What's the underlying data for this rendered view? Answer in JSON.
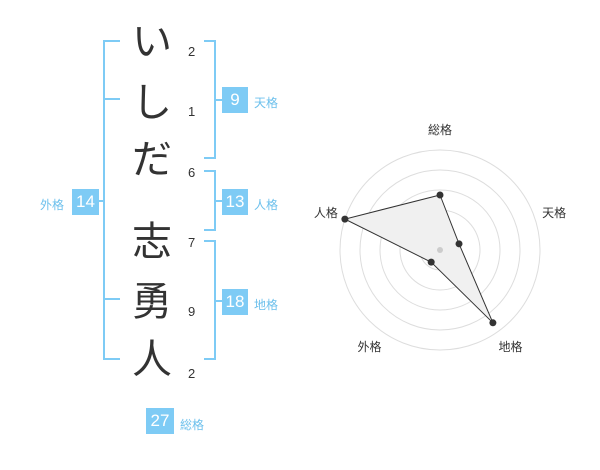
{
  "name": {
    "family": [
      {
        "char": "い",
        "strokes": "2"
      },
      {
        "char": "し",
        "strokes": "1"
      },
      {
        "char": "だ",
        "strokes": "6"
      }
    ],
    "given": [
      {
        "char": "志",
        "strokes": "7"
      },
      {
        "char": "勇",
        "strokes": "9"
      },
      {
        "char": "人",
        "strokes": "2"
      }
    ]
  },
  "kakusu": {
    "tenkaku": {
      "value": "9",
      "label": "天格"
    },
    "jinkaku": {
      "value": "13",
      "label": "人格"
    },
    "chikaku": {
      "value": "18",
      "label": "地格"
    },
    "gaikaku": {
      "value": "14",
      "label": "外格"
    },
    "soukaku": {
      "value": "27",
      "label": "総格"
    }
  },
  "radar": {
    "axes": [
      "総格",
      "天格",
      "地格",
      "外格",
      "人格"
    ],
    "levels": 5,
    "values": [
      0.55,
      0.2,
      0.9,
      0.15,
      1.0
    ],
    "colors": {
      "fill": "#f0f0f0",
      "stroke": "#333333",
      "grid": "#dddddd",
      "center": "#cccccc"
    }
  },
  "colors": {
    "accent": "#7ecbf5"
  }
}
